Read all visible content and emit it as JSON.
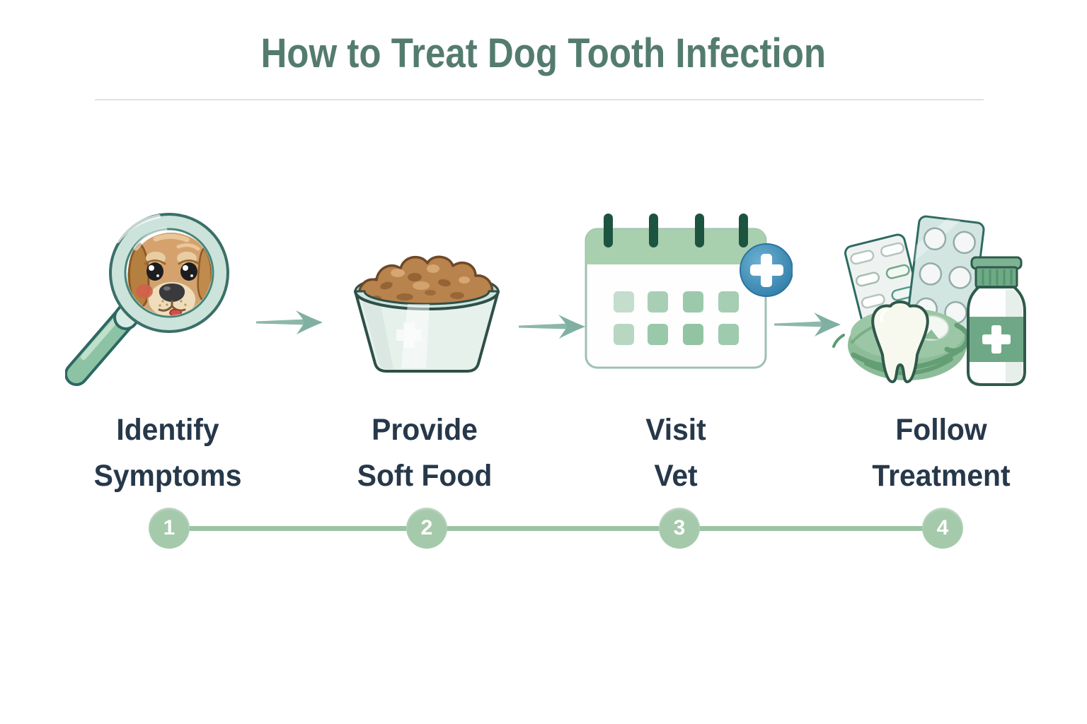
{
  "title": "How to Treat Dog Tooth Infection",
  "steps": [
    {
      "number": "1",
      "label_line1": "Identify",
      "label_line2": "Symptoms",
      "icon": "magnifier-dog-icon"
    },
    {
      "number": "2",
      "label_line1": "Provide",
      "label_line2": "Soft Food",
      "icon": "soft-food-bowl-icon"
    },
    {
      "number": "3",
      "label_line1": "Visit",
      "label_line2": "Vet",
      "icon": "calendar-vet-icon"
    },
    {
      "number": "4",
      "label_line1": "Follow",
      "label_line2": "Treatment",
      "icon": "medication-icon"
    }
  ],
  "colors": {
    "background": "#ffffff",
    "title_green": "#547c6e",
    "label_dark": "#26384a",
    "step_circle_green": "#a5c9ab",
    "timeline_line_green": "#9cc3a4",
    "arrow_teal": "#7fb0a2",
    "calendar_header_green": "#a8cfae",
    "badge_blue": "#3f8fba",
    "food_brown": "#b9834e",
    "mint_glass": "#cbe3da"
  }
}
